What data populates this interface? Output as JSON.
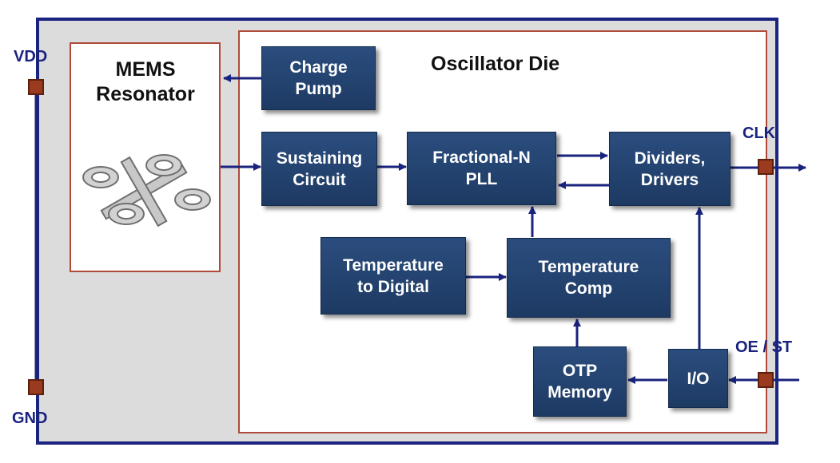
{
  "labels": {
    "oscillator_die": "Oscillator Die",
    "mems_line1": "MEMS",
    "mems_line2": "Resonator"
  },
  "pins": {
    "vdd": "VDD",
    "gnd": "GND",
    "clk": "CLK",
    "oe_st": "OE / ST"
  },
  "blocks": {
    "charge_pump": [
      "Charge",
      "Pump"
    ],
    "sustaining_circuit": [
      "Sustaining",
      "Circuit"
    ],
    "fractional_n_pll": [
      "Fractional-N",
      "PLL"
    ],
    "dividers_drivers": [
      "Dividers,",
      "Drivers"
    ],
    "temperature_to_digital": [
      "Temperature",
      "to Digital"
    ],
    "temperature_comp": [
      "Temperature",
      "Comp"
    ],
    "otp_memory": [
      "OTP",
      "Memory"
    ],
    "io": [
      "I/O"
    ]
  },
  "colors": {
    "block_fill": "#1d3a63",
    "wire": "#1a237e",
    "package_border": "#1a237e",
    "die_border": "#b04a3a",
    "pad": "#9a3a1e"
  }
}
